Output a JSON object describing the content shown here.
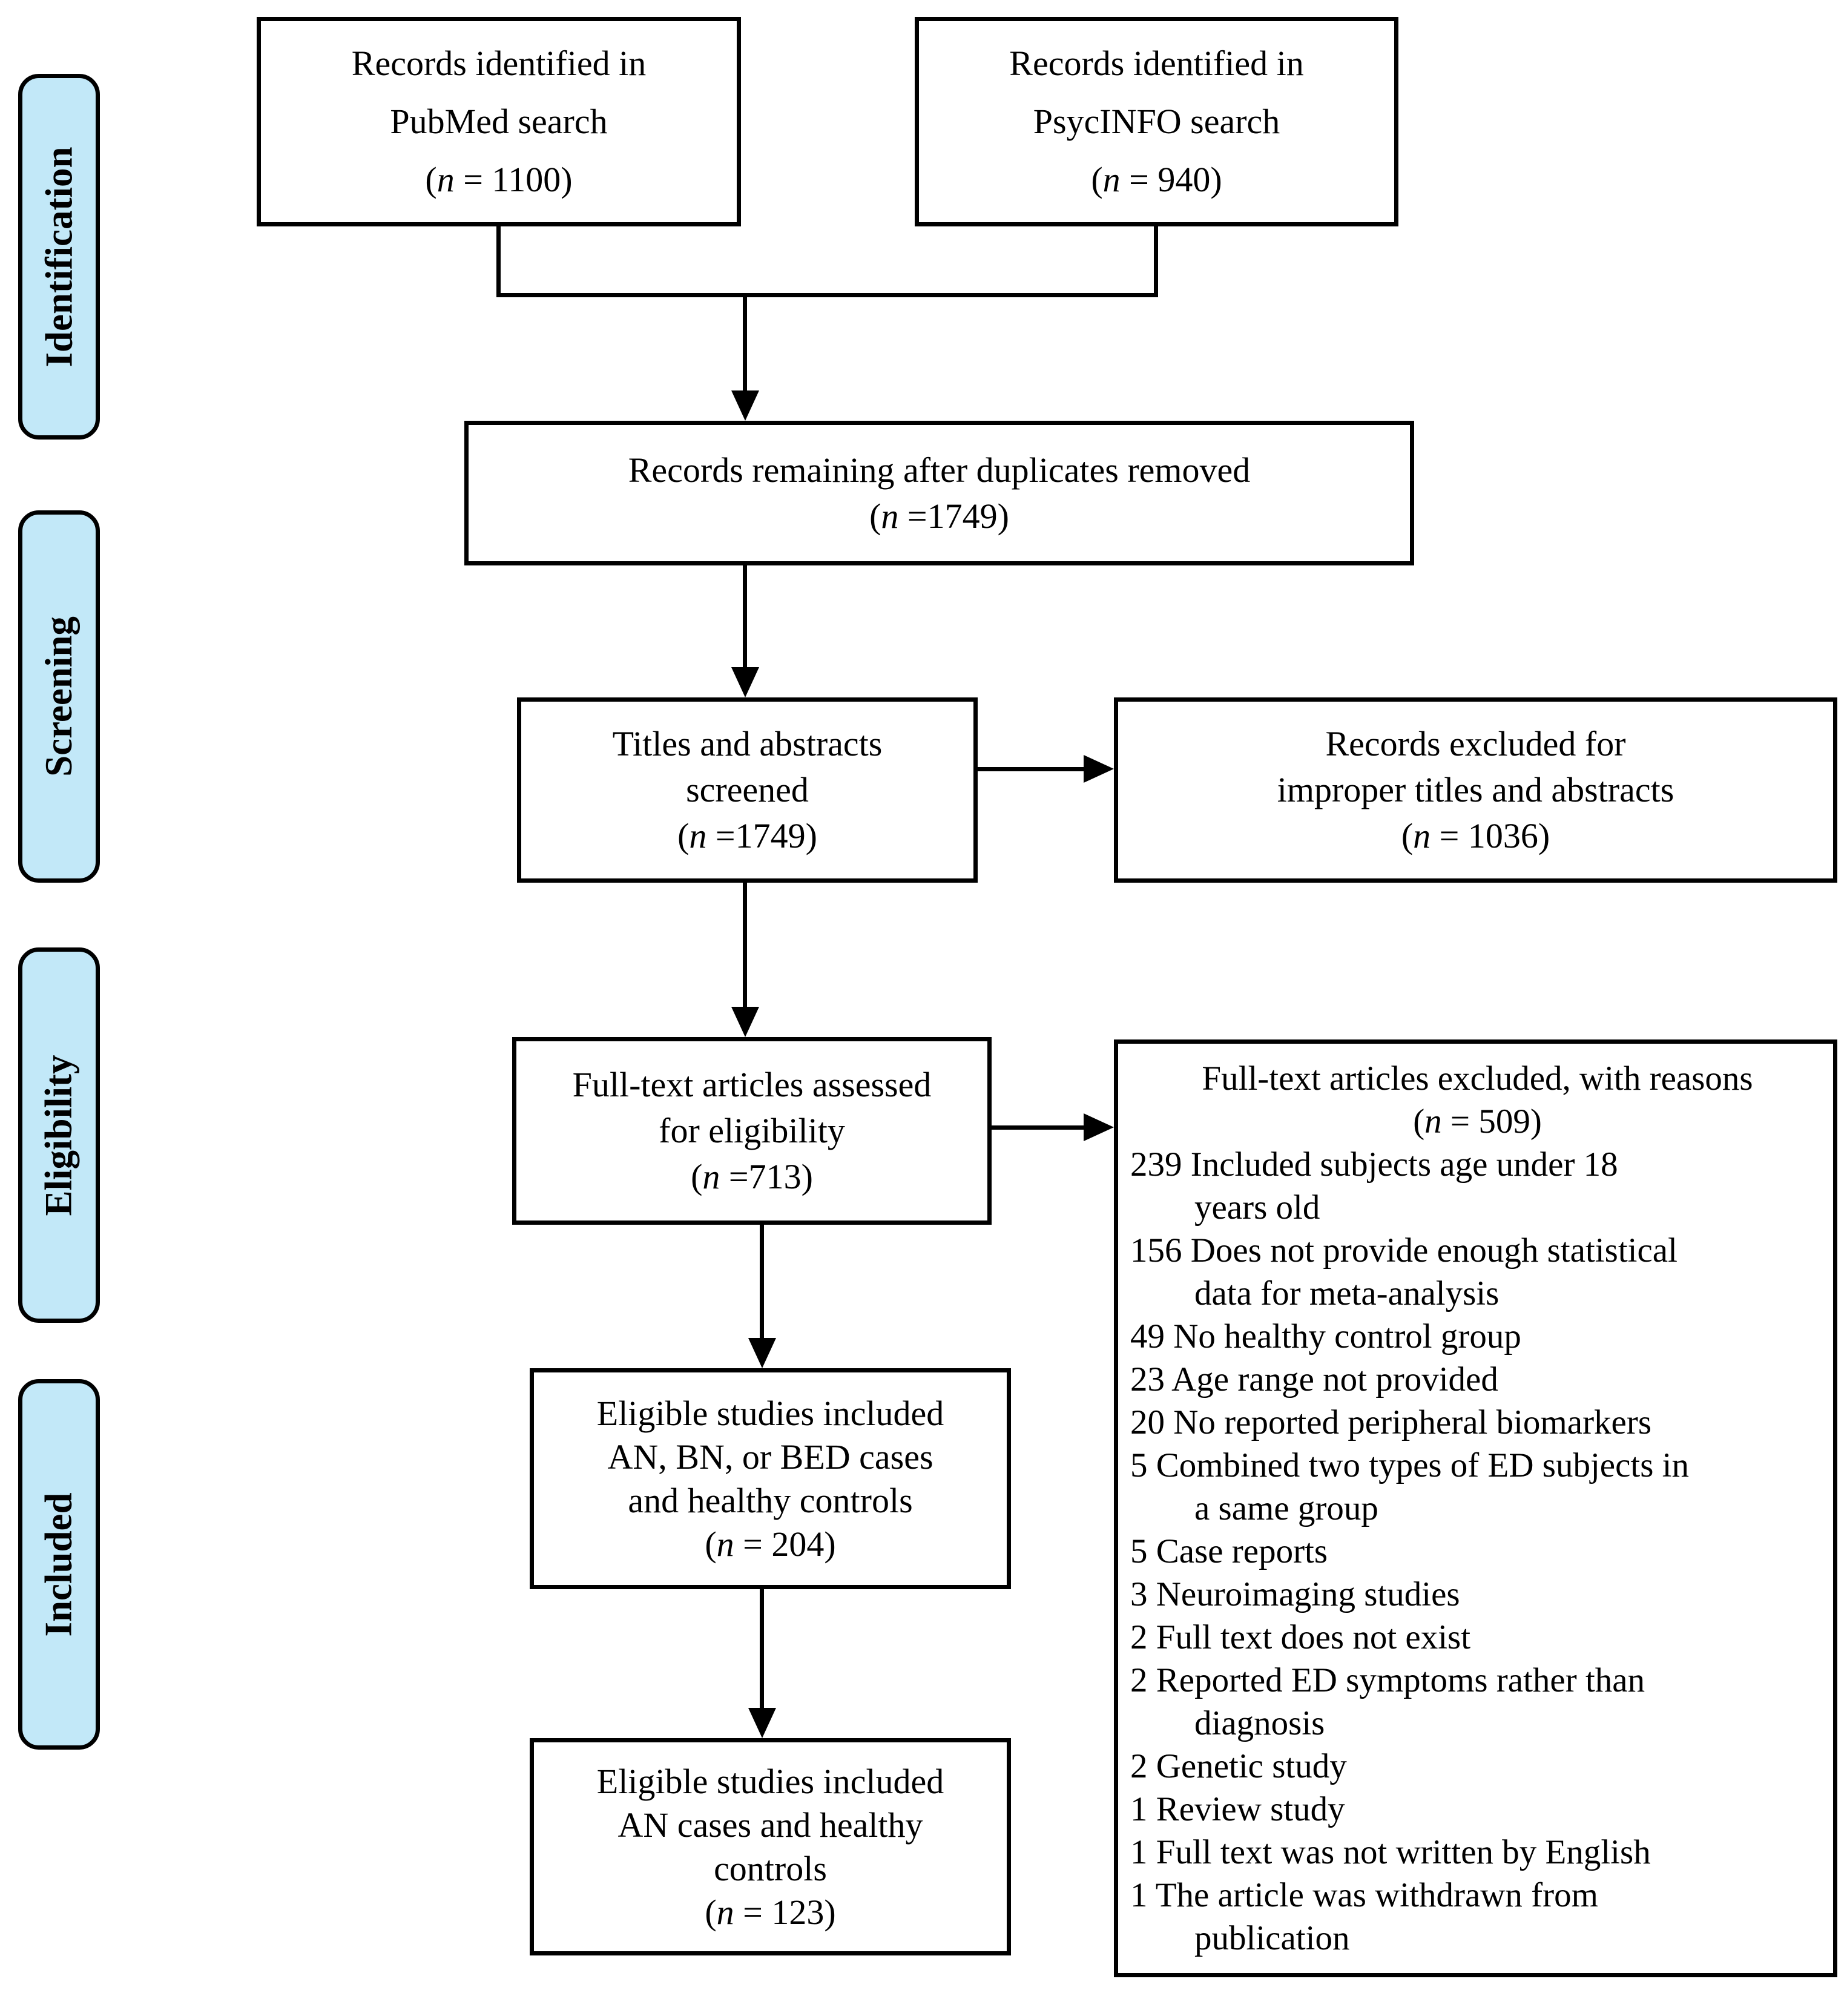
{
  "colors": {
    "stage_fill": "#c2e8f8",
    "box_border": "#000000",
    "arrow": "#000000",
    "background": "#ffffff"
  },
  "stages": [
    {
      "label": "Identification"
    },
    {
      "label": "Screening"
    },
    {
      "label": "Eligibility"
    },
    {
      "label": "Included"
    }
  ],
  "boxes": {
    "pubmed": {
      "text": "Records identified in\nPubMed search",
      "n_open": "(",
      "n_char": "n",
      "n_rest": " = 1100)"
    },
    "psycinfo": {
      "text": "Records identified in\nPsycINFO search",
      "n_open": "(",
      "n_char": "n",
      "n_rest": " = 940)"
    },
    "duplicates": {
      "text": "Records remaining after duplicates removed",
      "n_open": "(",
      "n_char": "n",
      "n_rest": " =1749)"
    },
    "screened": {
      "text": "Titles and abstracts\nscreened",
      "n_open": "(",
      "n_char": "n",
      "n_rest": " =1749)"
    },
    "excluded_titles": {
      "text": "Records excluded for\nimproper titles and abstracts",
      "n_open": "(",
      "n_char": "n",
      "n_rest": " = 1036)"
    },
    "fulltext": {
      "text": "Full-text articles assessed\nfor eligibility",
      "n_open": "(",
      "n_char": "n",
      "n_rest": " =713)"
    },
    "excluded_fulltext": {
      "title": "Full-text articles excluded, with reasons",
      "n_open": "(",
      "n_char": "n",
      "n_rest": " = 509)",
      "reasons": [
        {
          "count": "239",
          "text": "Included subjects age under 18\nyears old"
        },
        {
          "count": "156",
          "text": "Does not provide enough statistical\ndata for meta-analysis"
        },
        {
          "count": "49",
          "text": "No healthy control group"
        },
        {
          "count": "23",
          "text": "Age range not provided"
        },
        {
          "count": "20",
          "text": "No reported peripheral biomarkers"
        },
        {
          "count": "5",
          "text": "Combined two types of ED subjects in\na same group"
        },
        {
          "count": "5",
          "text": "Case reports"
        },
        {
          "count": "3",
          "text": "Neuroimaging studies"
        },
        {
          "count": "2",
          "text": "Full text does not exist"
        },
        {
          "count": "2",
          "text": "Reported ED symptoms rather than\ndiagnosis"
        },
        {
          "count": "2",
          "text": "Genetic study"
        },
        {
          "count": "1",
          "text": "Review study"
        },
        {
          "count": "1",
          "text": "Full text was not written by English"
        },
        {
          "count": "1",
          "text": "The article was withdrawn from\npublication"
        }
      ]
    },
    "eligible_all": {
      "text": "Eligible studies included\nAN, BN, or BED cases\nand healthy controls",
      "n_open": "(",
      "n_char": "n",
      "n_rest": " = 204)"
    },
    "eligible_an": {
      "text": "Eligible studies included\nAN cases and healthy\ncontrols",
      "n_open": "(",
      "n_char": "n",
      "n_rest": " = 123)"
    }
  }
}
